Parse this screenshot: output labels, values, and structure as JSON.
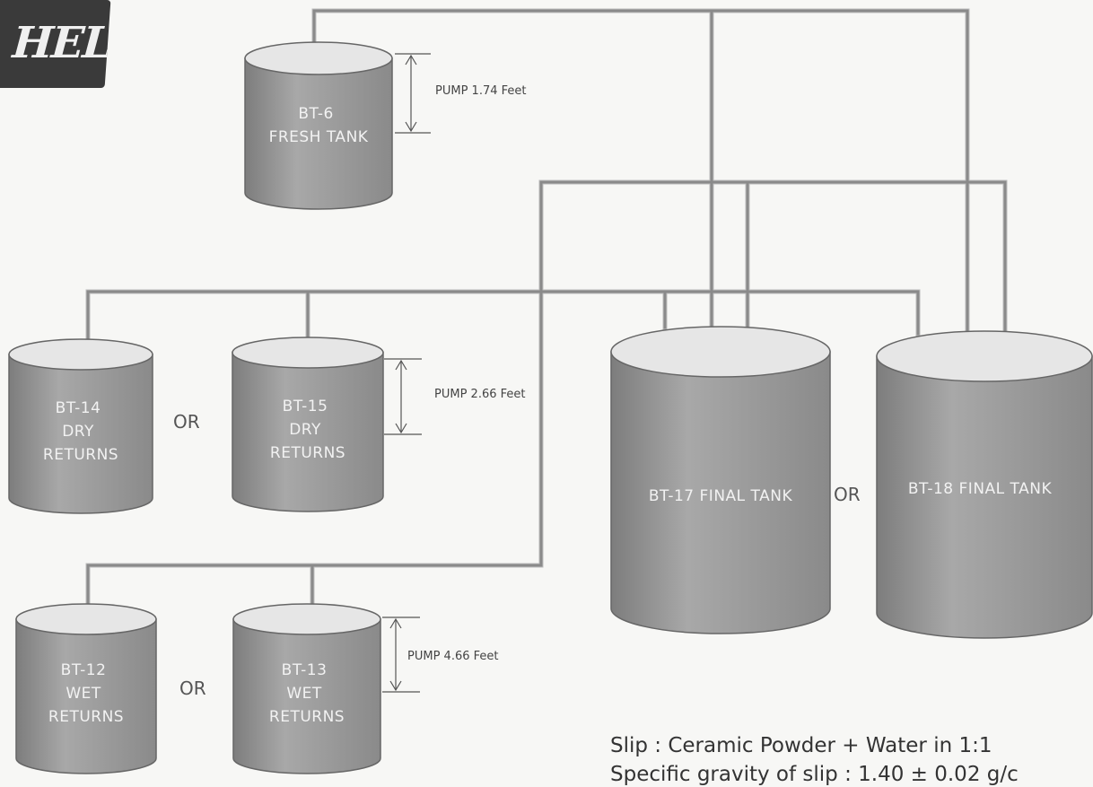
{
  "logo": {
    "text": "HEL"
  },
  "tanks": {
    "bt6": [
      "BT-6",
      "FRESH TANK"
    ],
    "bt14": [
      "BT-14",
      "DRY",
      "RETURNS"
    ],
    "bt15": [
      "BT-15",
      "DRY",
      "RETURNS"
    ],
    "bt12": [
      "BT-12",
      "WET",
      "RETURNS"
    ],
    "bt13": [
      "BT-13",
      "WET",
      "RETURNS"
    ],
    "bt17": [
      "BT-17  FINAL TANK"
    ],
    "bt18": [
      "BT-18  FINAL TANK"
    ]
  },
  "or_label": "OR",
  "pumps": {
    "p1": "PUMP 1.74 Feet",
    "p2": "PUMP  2.66 Feet",
    "p3": "PUMP 4.66 Feet"
  },
  "notes": {
    "line1": "Slip : Ceramic Powder + Water in 1:1",
    "line2": "Specific gravity of slip : 1.40 ± 0.02 g/c"
  },
  "colors": {
    "tank_body": "#9a9a9a",
    "tank_top": "#e6e6e6",
    "pipe": "#8a8a8a",
    "label_text": "#f2f2f2"
  }
}
